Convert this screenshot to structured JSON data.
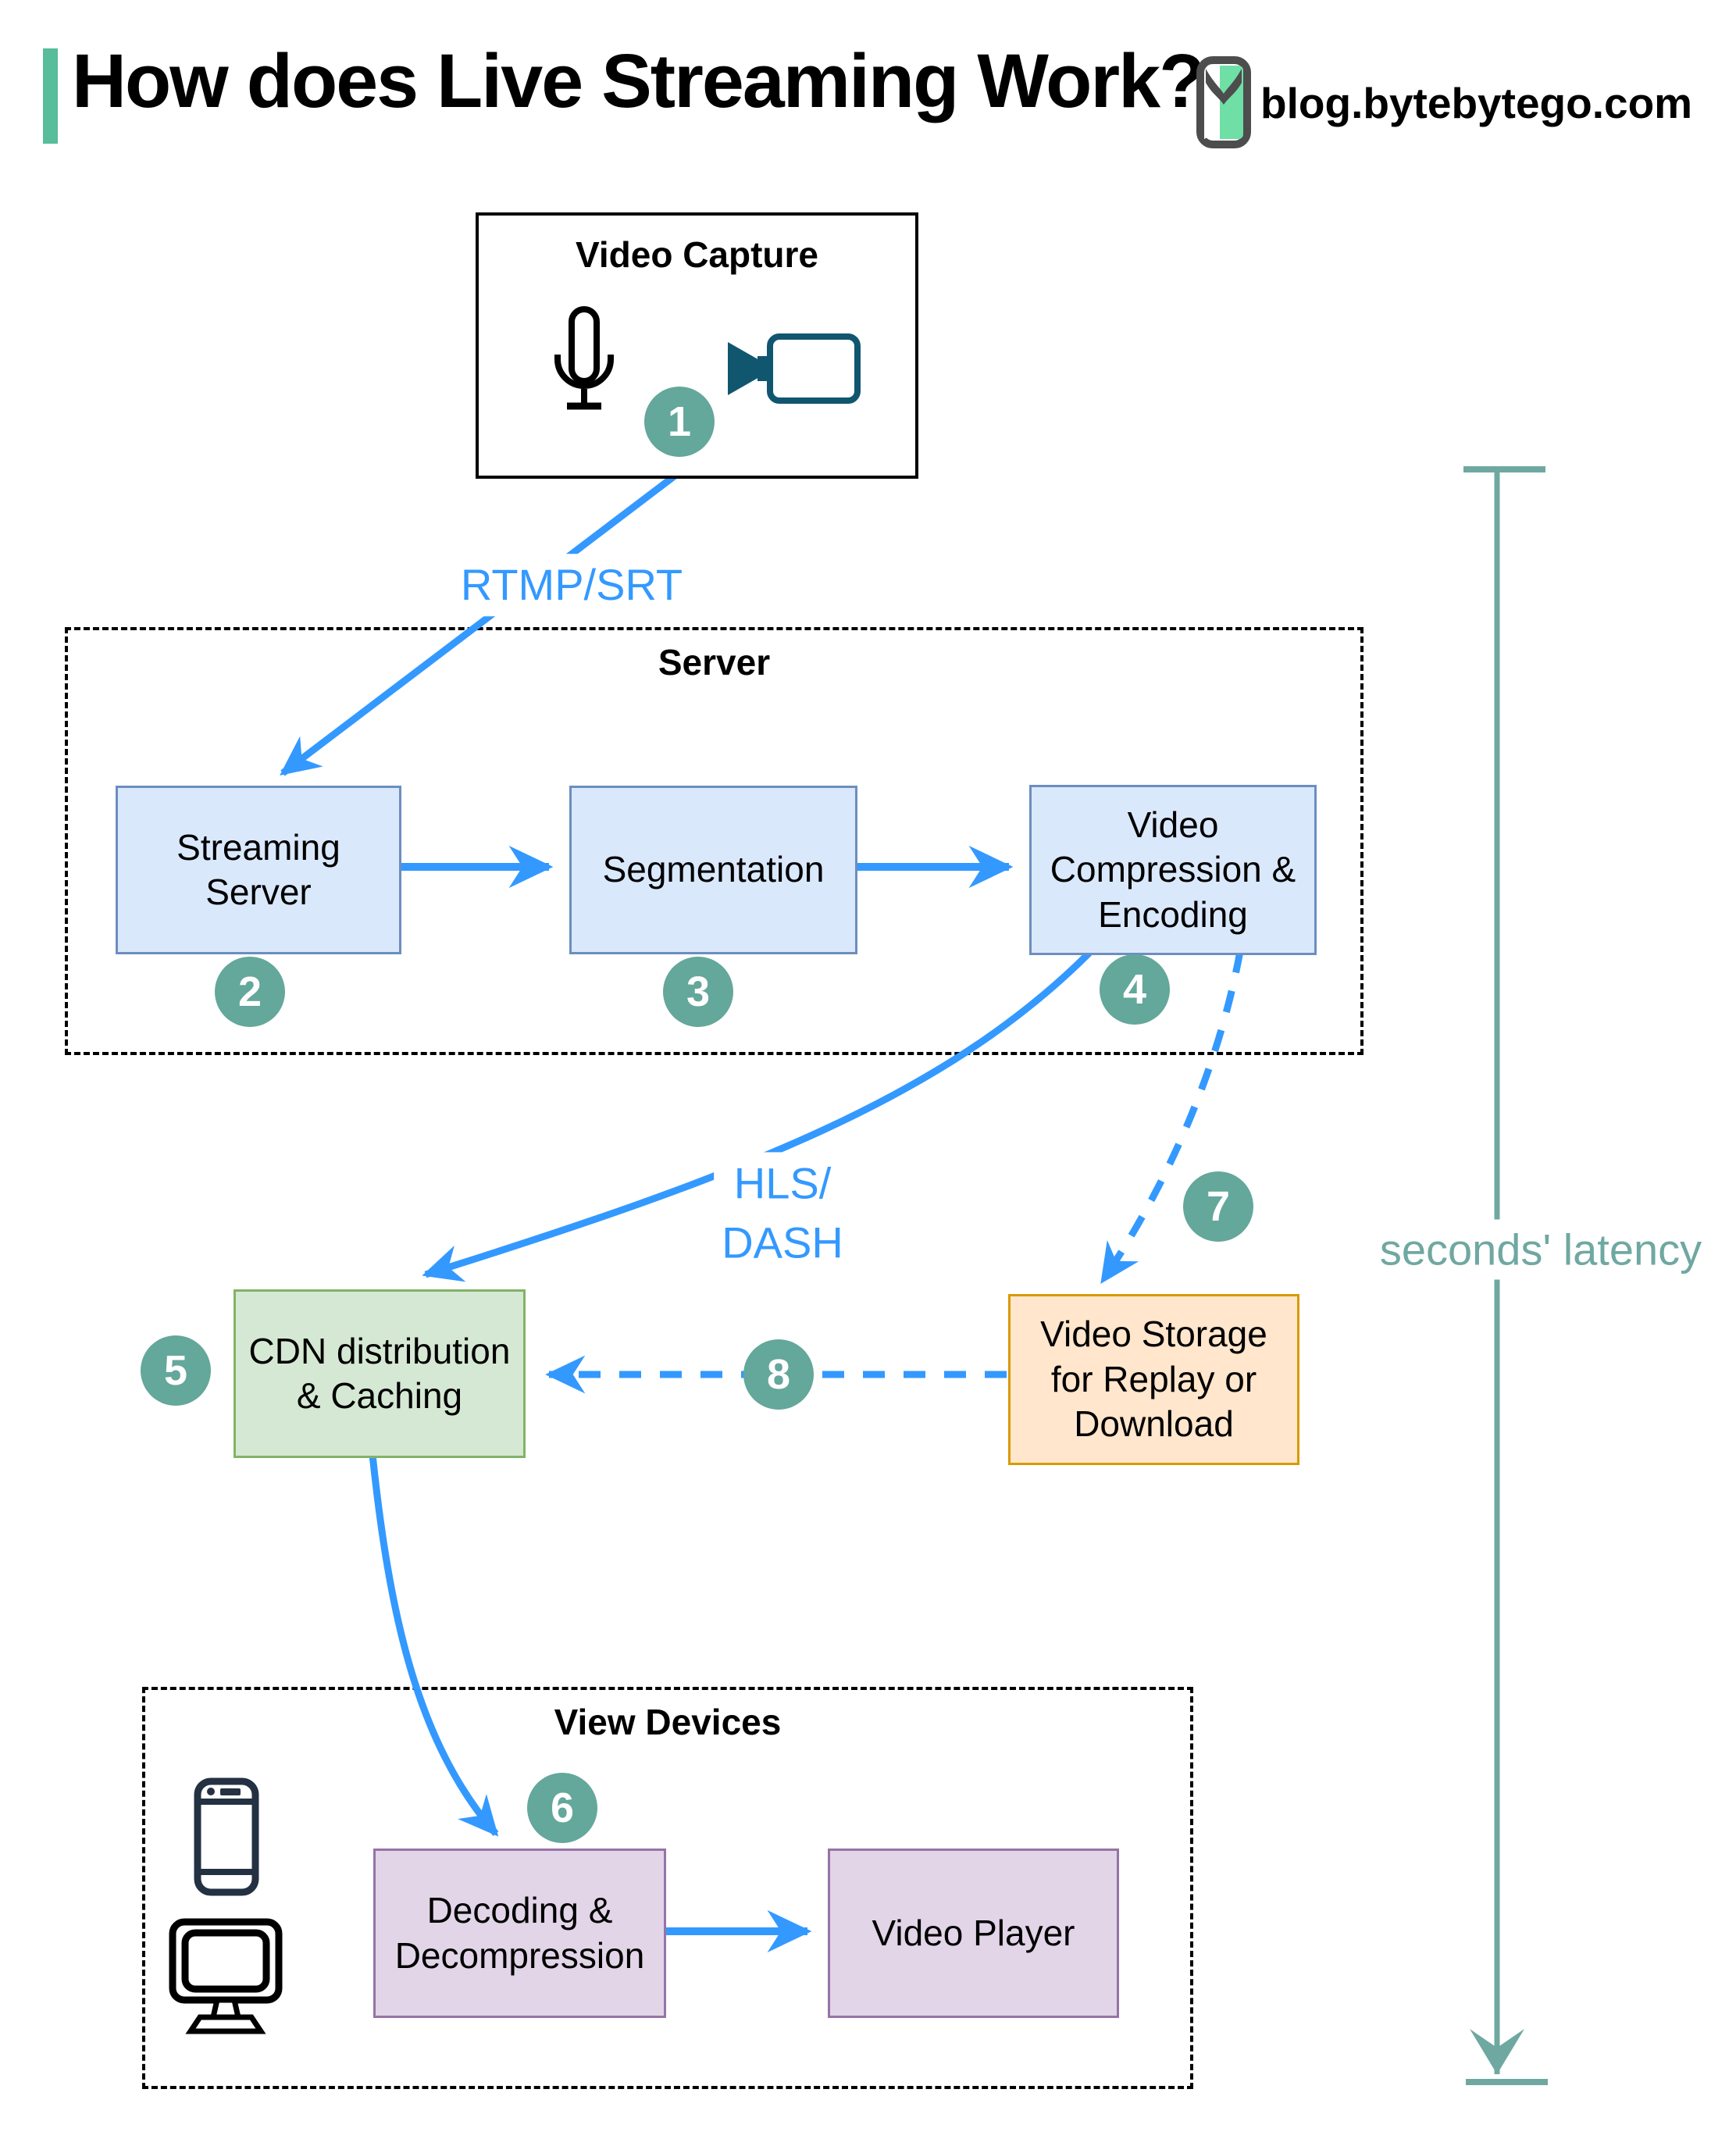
{
  "header": {
    "title": "How does Live Streaming Work?",
    "site": "blog.bytebytego.com"
  },
  "groups": {
    "server": {
      "label": "Server"
    },
    "view_devices": {
      "label": "View Devices"
    }
  },
  "nodes": {
    "video_capture": {
      "title": "Video Capture"
    },
    "streaming_server": {
      "label": "Streaming\nServer"
    },
    "segmentation": {
      "label": "Segmentation"
    },
    "video_compression": {
      "label": "Video\nCompression &\nEncoding"
    },
    "cdn": {
      "label": "CDN distribution\n& Caching"
    },
    "video_storage": {
      "label": "Video Storage\nfor Replay or\nDownload"
    },
    "decoding": {
      "label": "Decoding &\nDecompression"
    },
    "video_player": {
      "label": "Video Player"
    }
  },
  "edge_labels": {
    "rtmp": "RTMP/SRT",
    "hls": "HLS/\nDASH",
    "latency": "seconds' latency"
  },
  "steps": [
    "1",
    "2",
    "3",
    "4",
    "5",
    "6",
    "7",
    "8"
  ],
  "icons": {
    "microphone": "microphone-icon",
    "video_camera": "video-camera-icon",
    "smartphone": "smartphone-icon",
    "monitor": "monitor-icon",
    "logo": "bytebytego-logo"
  },
  "colors": {
    "accent_green": "#57BD9A",
    "arrow_blue": "#3399FF",
    "badge_green": "#64A79B",
    "latency_teal": "#6FA8A1",
    "node_blue_fill": "#DAE8FC",
    "node_blue_stroke": "#6C8EBF",
    "green_fill": "#D5E8D4",
    "green_stroke": "#82B366",
    "orange_fill": "#FFE6CC",
    "orange_stroke": "#D79B00",
    "purple_fill": "#E1D5E7",
    "purple_stroke": "#9673A6",
    "camera_teal": "#11566F",
    "phone_dark": "#243143",
    "logo_green": "#6FDFA6",
    "logo_dark": "#4D4D4D"
  }
}
